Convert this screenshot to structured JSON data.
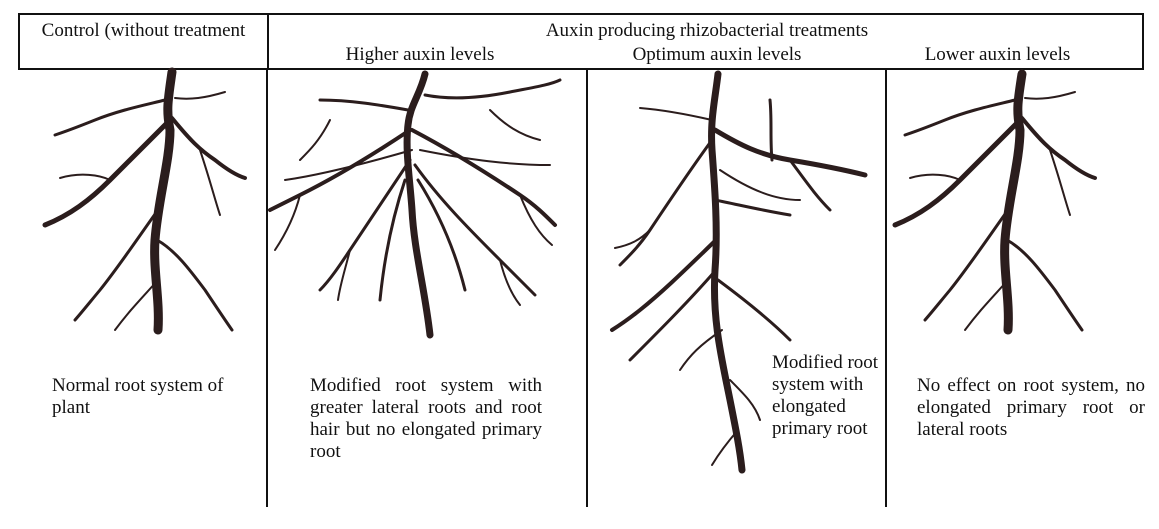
{
  "header": {
    "control_title": "Control (without treatment",
    "treatment_title": "Auxin producing rhizobacterial treatments"
  },
  "columns": [
    {
      "id": "higher",
      "title": "Higher auxin levels"
    },
    {
      "id": "optimum",
      "title": "Optimum auxin levels"
    },
    {
      "id": "lower",
      "title": "Lower auxin levels"
    }
  ],
  "descriptions": {
    "control": "Normal root system of plant",
    "higher": "Modified root system with greater lateral roots and root hair but no elongated primary root",
    "optimum": "Modified root system with elongated primary root",
    "lower": "No effect on root system, no elongated primary root or lateral roots"
  },
  "colors": {
    "root": "#2b1d1d",
    "border": "#111111"
  }
}
